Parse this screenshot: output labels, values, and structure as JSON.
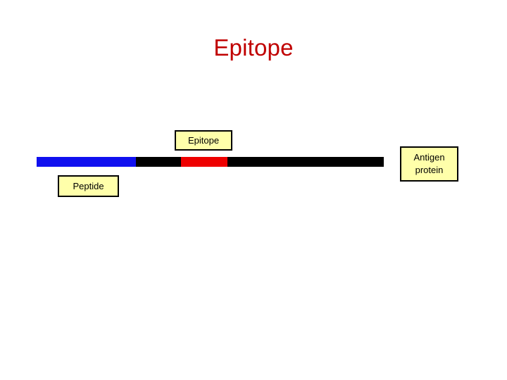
{
  "slide": {
    "title": "Epitope",
    "title_color": "#c00000",
    "background_color": "#ffffff"
  },
  "diagram": {
    "type": "linear-sequence-annotation",
    "backbone": {
      "label": "antigen-protein-backbone",
      "color": "#000000",
      "segments": [
        {
          "name": "peptide",
          "color": "#1010ef",
          "start_fraction": 0.0,
          "end_fraction": 0.286
        },
        {
          "name": "backbone-left",
          "color": "#000000",
          "start_fraction": 0.286,
          "end_fraction": 0.416
        },
        {
          "name": "epitope",
          "color": "#ee0000",
          "start_fraction": 0.416,
          "end_fraction": 0.55
        },
        {
          "name": "backbone-right",
          "color": "#000000",
          "start_fraction": 0.55,
          "end_fraction": 1.0
        }
      ]
    },
    "callouts": {
      "epitope": {
        "text": "Epitope",
        "fill": "#ffffaa",
        "border": "#000000"
      },
      "peptide": {
        "text": "Peptide",
        "fill": "#ffffaa",
        "border": "#000000"
      },
      "antigen": {
        "text": "Antigen\nprotein",
        "fill": "#ffffaa",
        "border": "#000000"
      }
    }
  }
}
